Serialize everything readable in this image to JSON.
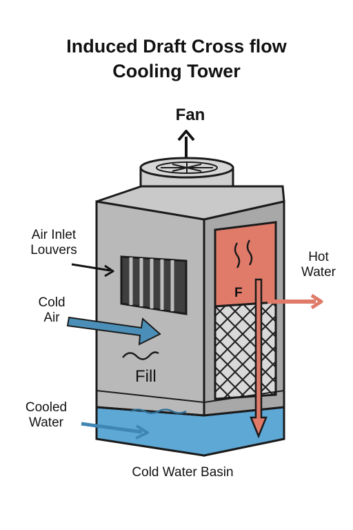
{
  "title": {
    "line1": "Induced Draft Cross flow",
    "line2": "Cooling Tower"
  },
  "labels": {
    "fan": "Fan",
    "air_inlet_louvers": [
      "Air Inlet",
      "Louvers"
    ],
    "cold_air": [
      "Cold",
      "Air"
    ],
    "hot_water": [
      "Hot",
      "Water"
    ],
    "cooled_water": [
      "Cooled",
      "Water"
    ],
    "cold_water_basin": "Cold Water Basin",
    "fill_front": "Fill",
    "fill_side": "F"
  },
  "colors": {
    "tower_front": "#b9b9b9",
    "tower_side": "#a8a8a8",
    "tower_top": "#c9c9c9",
    "hot_water": "#e07b6a",
    "basin_water": "#5ea8d6",
    "cold_air_arrow": "#4b8fb8",
    "outline": "#1a1a1a"
  }
}
